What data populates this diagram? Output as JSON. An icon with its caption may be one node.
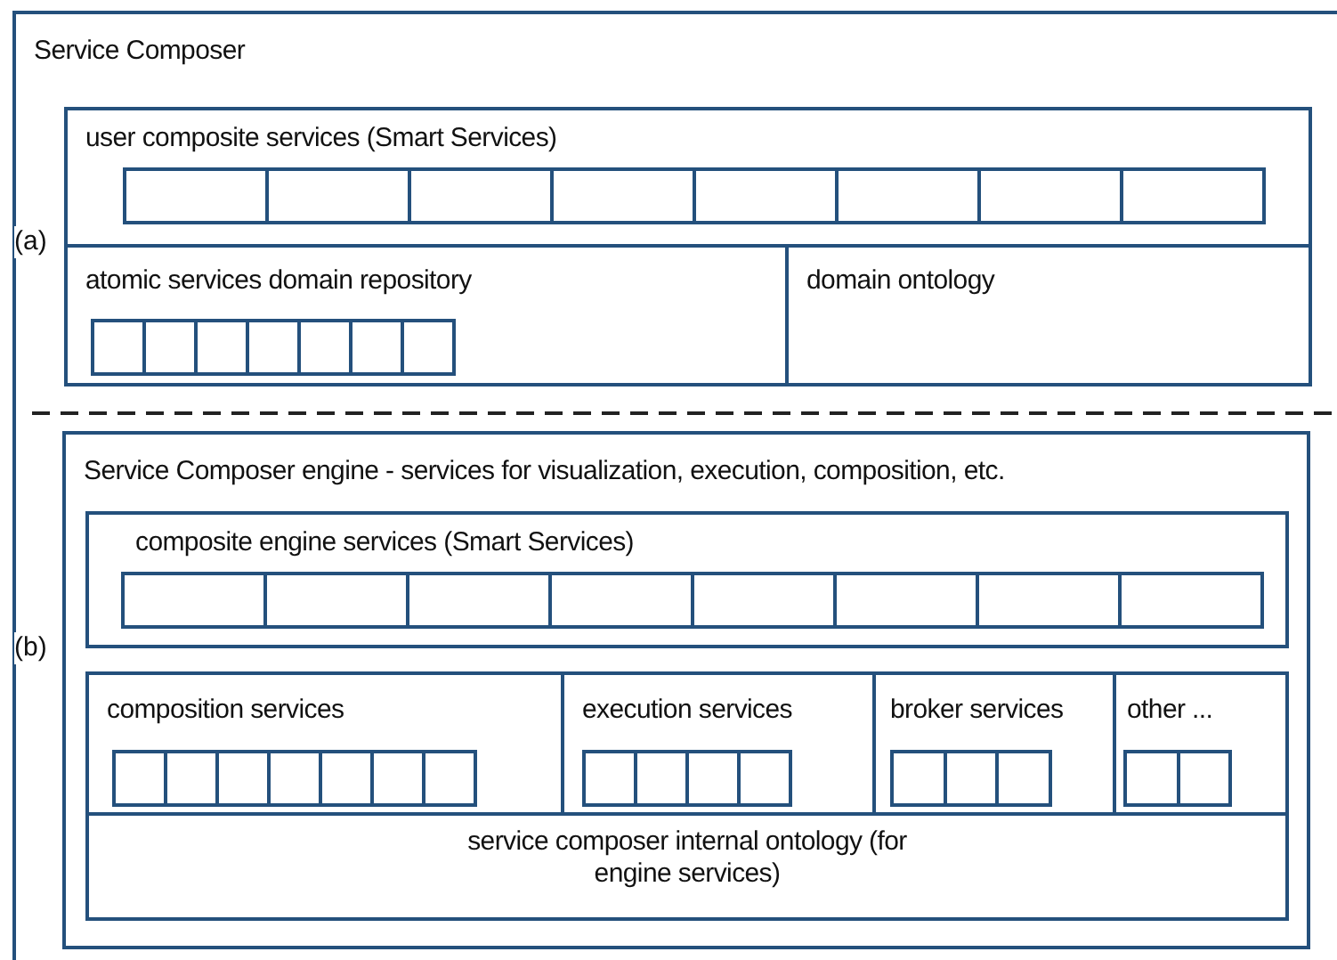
{
  "diagram": {
    "nodes": [
      {
        "text": [
          "Service Composer"
        ]
      },
      {
        "text": [
          "user composite services (Smart Services)"
        ],
        "in": 0
      },
      {
        "text": [],
        "shape": "box",
        "in": 1
      },
      {
        "text": [],
        "shape": "box",
        "in": 1
      },
      {
        "text": [],
        "shape": "box",
        "in": 1
      },
      {
        "text": [],
        "shape": "box",
        "in": 1
      },
      {
        "text": [],
        "shape": "box",
        "in": 1
      },
      {
        "text": [],
        "shape": "box",
        "in": 1
      },
      {
        "text": [],
        "shape": "box",
        "in": 1
      },
      {
        "text": [],
        "shape": "box",
        "in": 1
      },
      {
        "text": [
          "atomic services domain repository"
        ],
        "in": 0
      },
      {
        "text": [],
        "shape": "box",
        "in": 10
      },
      {
        "text": [],
        "shape": "box",
        "in": 10
      },
      {
        "text": [],
        "shape": "box",
        "in": 10
      },
      {
        "text": [],
        "shape": "box",
        "in": 10
      },
      {
        "text": [],
        "shape": "box",
        "in": 10
      },
      {
        "text": [],
        "shape": "box",
        "in": 10
      },
      {
        "text": [],
        "shape": "box",
        "in": 10
      },
      {
        "text": [
          "domain ontology"
        ],
        "in": 0
      },
      {
        "text": [
          "Service Composer engine - services for visualization, execution, composition, etc."
        ],
        "in": 0
      },
      {
        "text": [
          "composite engine services (Smart Services)"
        ],
        "in": 19
      },
      {
        "text": [],
        "shape": "box",
        "in": 20
      },
      {
        "text": [],
        "shape": "box",
        "in": 20
      },
      {
        "text": [],
        "shape": "box",
        "in": 20
      },
      {
        "text": [],
        "shape": "box",
        "in": 20
      },
      {
        "text": [],
        "shape": "box",
        "in": 20
      },
      {
        "text": [],
        "shape": "box",
        "in": 20
      },
      {
        "text": [],
        "shape": "box",
        "in": 20
      },
      {
        "text": [],
        "shape": "box",
        "in": 20
      },
      {
        "text": [
          "composition services"
        ],
        "in": 19
      },
      {
        "text": [],
        "shape": "box",
        "in": 29
      },
      {
        "text": [],
        "shape": "box",
        "in": 29
      },
      {
        "text": [],
        "shape": "box",
        "in": 29
      },
      {
        "text": [],
        "shape": "box",
        "in": 29
      },
      {
        "text": [],
        "shape": "box",
        "in": 29
      },
      {
        "text": [],
        "shape": "box",
        "in": 29
      },
      {
        "text": [],
        "shape": "box",
        "in": 29
      },
      {
        "text": [
          "execution services"
        ],
        "in": 19
      },
      {
        "text": [],
        "shape": "box",
        "in": 37
      },
      {
        "text": [],
        "shape": "box",
        "in": 37
      },
      {
        "text": [],
        "shape": "box",
        "in": 37
      },
      {
        "text": [],
        "shape": "box",
        "in": 37
      },
      {
        "text": [
          "broker services"
        ],
        "in": 19
      },
      {
        "text": [],
        "shape": "box",
        "in": 42
      },
      {
        "text": [],
        "shape": "box",
        "in": 42
      },
      {
        "text": [],
        "shape": "box",
        "in": 42
      },
      {
        "text": [
          "other ..."
        ],
        "in": 19
      },
      {
        "text": [],
        "shape": "box",
        "in": 46
      },
      {
        "text": [],
        "shape": "box",
        "in": 46
      },
      {
        "text": [
          "service composer internal ontology (for engine services)"
        ],
        "in": 19
      }
    ],
    "edges": [],
    "labels": [
      "(a)",
      "(b)"
    ]
  }
}
